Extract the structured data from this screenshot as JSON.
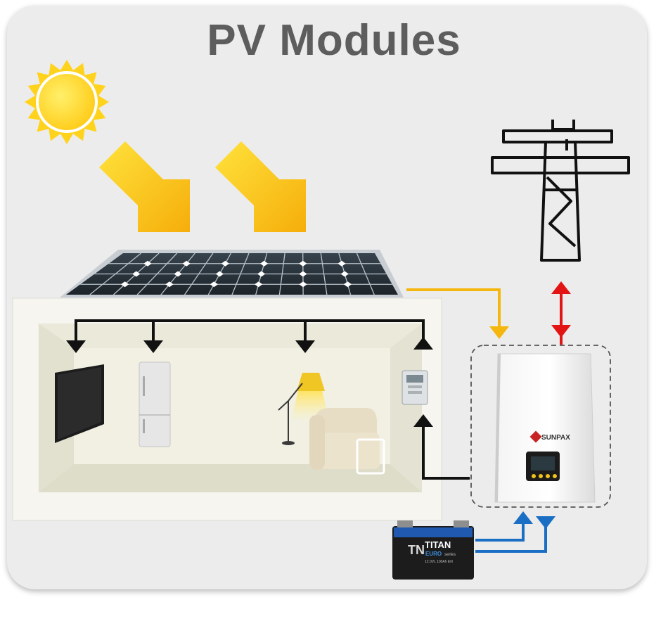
{
  "title": "PV Modules",
  "inverter": {
    "brand": "SUNPAX"
  },
  "battery": {
    "logo": "TN",
    "brand": "TITAN",
    "line": "EURO",
    "series": "series",
    "spec": "12.0VL 100Ah EN"
  },
  "colors": {
    "background": "#ececec",
    "title": "#5d5d5d",
    "solar_line": "#f5b70e",
    "grid_line": "#e31414",
    "battery_line": "#1a6fc4",
    "load_line": "#111111",
    "sun": "#ffd21c",
    "arrow_fill": "#f8c20f"
  },
  "icons": [
    "sun-icon",
    "sunlight-arrow-icon",
    "solar-panel-icon",
    "transmission-tower-icon",
    "inverter-icon",
    "battery-icon",
    "tv-icon",
    "refrigerator-icon",
    "floor-lamp-icon",
    "sofa-icon",
    "energy-meter-icon"
  ]
}
